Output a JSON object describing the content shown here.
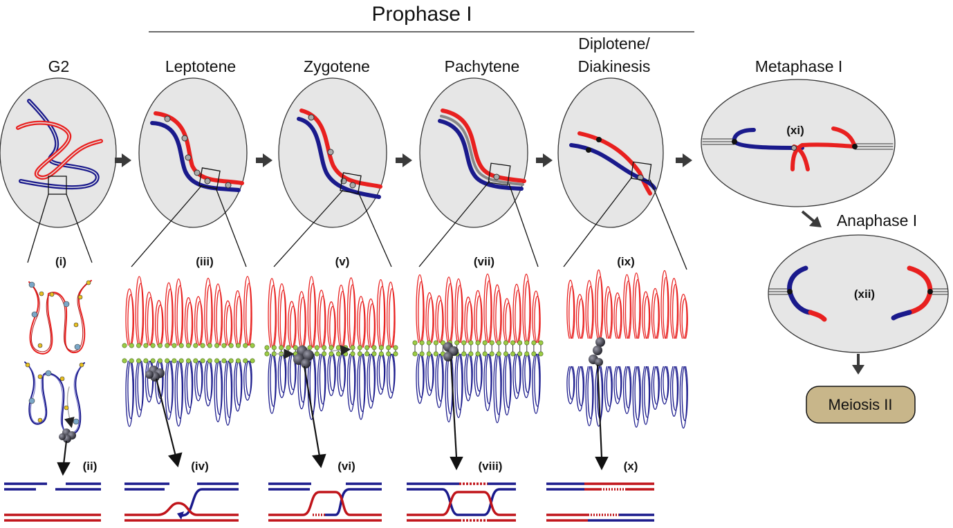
{
  "title": "Prophase I",
  "stages": {
    "g2": "G2",
    "leptotene": "Leptotene",
    "zygotene": "Zygotene",
    "pachytene": "Pachytene",
    "diplotene_line1": "Diplotene/",
    "diplotene_line2": "Diakinesis",
    "metaphase": "Metaphase I",
    "anaphase": "Anaphase I"
  },
  "panel_labels": {
    "i": "(i)",
    "ii": "(ii)",
    "iii": "(iii)",
    "iv": "(iv)",
    "v": "(v)",
    "vi": "(vi)",
    "vii": "(vii)",
    "viii": "(viii)",
    "ix": "(ix)",
    "x": "(x)",
    "xi": "(xi)",
    "xii": "(xii)"
  },
  "final_box": "Meiosis II",
  "colors": {
    "red": "#e8201f",
    "blue": "#1a1a8c",
    "cell_fill": "#e6e6e6",
    "cell_stroke": "#333333",
    "arrow": "#3a3a3a",
    "meiosis_fill": "#c8b68a",
    "axis_bead": "#9ccc45",
    "protein": "#4a4a55"
  }
}
